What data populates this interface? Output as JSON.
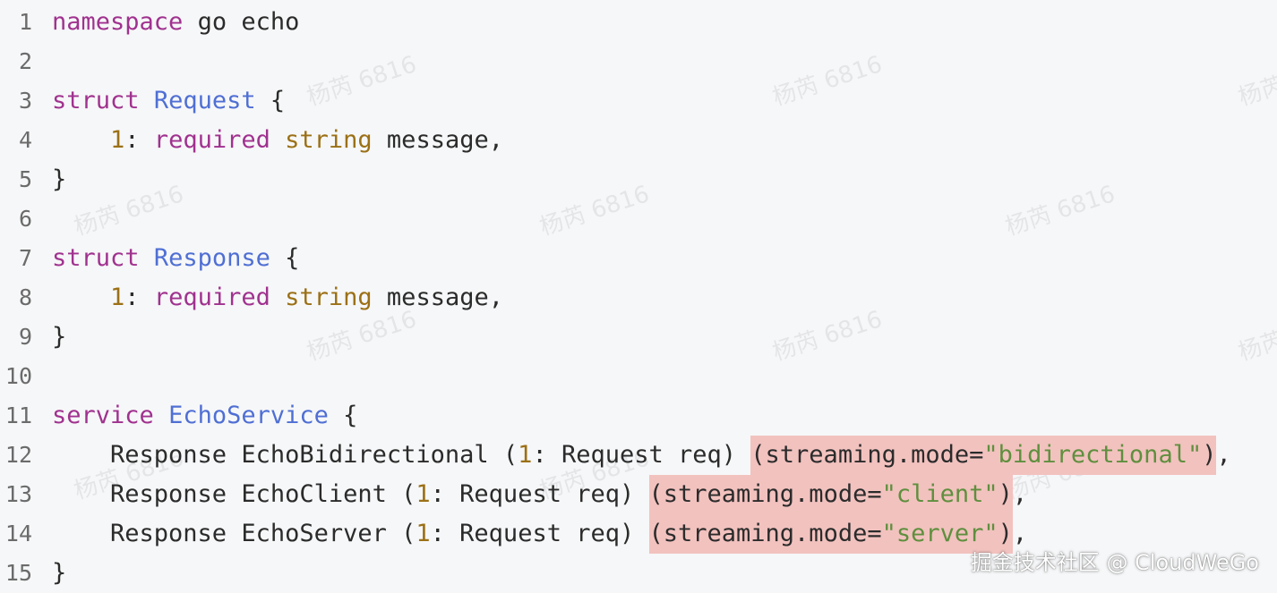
{
  "watermark_text": "杨芮 6816",
  "footer_watermark": "掘金技术社区 @ CloudWeGo",
  "colors": {
    "background": "#f6f7f8",
    "keyword": "#a0328f",
    "type": "#4f6fd4",
    "number": "#9b7016",
    "string": "#5f8f3e",
    "highlight": "#f2c2bf"
  },
  "lines": [
    {
      "num": "1",
      "tokens": [
        {
          "t": "namespace",
          "c": "kw"
        },
        {
          "t": " go echo",
          "c": "plain"
        }
      ]
    },
    {
      "num": "2",
      "tokens": []
    },
    {
      "num": "3",
      "tokens": [
        {
          "t": "struct",
          "c": "kw"
        },
        {
          "t": " ",
          "c": "plain"
        },
        {
          "t": "Request",
          "c": "ty"
        },
        {
          "t": " {",
          "c": "plain"
        }
      ]
    },
    {
      "num": "4",
      "tokens": [
        {
          "t": "    ",
          "c": "plain"
        },
        {
          "t": "1",
          "c": "num"
        },
        {
          "t": ": ",
          "c": "plain"
        },
        {
          "t": "required",
          "c": "kw"
        },
        {
          "t": " ",
          "c": "plain"
        },
        {
          "t": "string",
          "c": "prim"
        },
        {
          "t": " message,",
          "c": "plain"
        }
      ]
    },
    {
      "num": "5",
      "tokens": [
        {
          "t": "}",
          "c": "plain"
        }
      ]
    },
    {
      "num": "6",
      "tokens": []
    },
    {
      "num": "7",
      "tokens": [
        {
          "t": "struct",
          "c": "kw"
        },
        {
          "t": " ",
          "c": "plain"
        },
        {
          "t": "Response",
          "c": "ty"
        },
        {
          "t": " {",
          "c": "plain"
        }
      ]
    },
    {
      "num": "8",
      "tokens": [
        {
          "t": "    ",
          "c": "plain"
        },
        {
          "t": "1",
          "c": "num"
        },
        {
          "t": ": ",
          "c": "plain"
        },
        {
          "t": "required",
          "c": "kw"
        },
        {
          "t": " ",
          "c": "plain"
        },
        {
          "t": "string",
          "c": "prim"
        },
        {
          "t": " message,",
          "c": "plain"
        }
      ]
    },
    {
      "num": "9",
      "tokens": [
        {
          "t": "}",
          "c": "plain"
        }
      ]
    },
    {
      "num": "10",
      "tokens": []
    },
    {
      "num": "11",
      "tokens": [
        {
          "t": "service",
          "c": "kw"
        },
        {
          "t": " ",
          "c": "plain"
        },
        {
          "t": "EchoService",
          "c": "ty"
        },
        {
          "t": " {",
          "c": "plain"
        }
      ]
    },
    {
      "num": "12",
      "tokens": [
        {
          "t": "    Response EchoBidirectional (",
          "c": "plain"
        },
        {
          "t": "1",
          "c": "num"
        },
        {
          "t": ": Request req) ",
          "c": "plain"
        },
        {
          "hl": true,
          "parts": [
            {
              "t": "(streaming.mode=",
              "c": "plain"
            },
            {
              "t": "\"bidirectional\"",
              "c": "str"
            },
            {
              "t": ")",
              "c": "plain"
            }
          ]
        },
        {
          "t": ",",
          "c": "plain"
        }
      ]
    },
    {
      "num": "13",
      "tokens": [
        {
          "t": "    Response EchoClient (",
          "c": "plain"
        },
        {
          "t": "1",
          "c": "num"
        },
        {
          "t": ": Request req) ",
          "c": "plain"
        },
        {
          "hl": true,
          "parts": [
            {
              "t": "(streaming.mode=",
              "c": "plain"
            },
            {
              "t": "\"client\"",
              "c": "str"
            },
            {
              "t": ")",
              "c": "plain"
            }
          ]
        },
        {
          "t": ",",
          "c": "plain"
        }
      ]
    },
    {
      "num": "14",
      "tokens": [
        {
          "t": "    Response EchoServer (",
          "c": "plain"
        },
        {
          "t": "1",
          "c": "num"
        },
        {
          "t": ": Request req) ",
          "c": "plain"
        },
        {
          "hl": true,
          "parts": [
            {
              "t": "(streaming.mode=",
              "c": "plain"
            },
            {
              "t": "\"server\"",
              "c": "str"
            },
            {
              "t": ")",
              "c": "plain"
            }
          ]
        },
        {
          "t": ",",
          "c": "plain"
        }
      ]
    },
    {
      "num": "15",
      "tokens": [
        {
          "t": "}",
          "c": "plain"
        }
      ]
    }
  ]
}
